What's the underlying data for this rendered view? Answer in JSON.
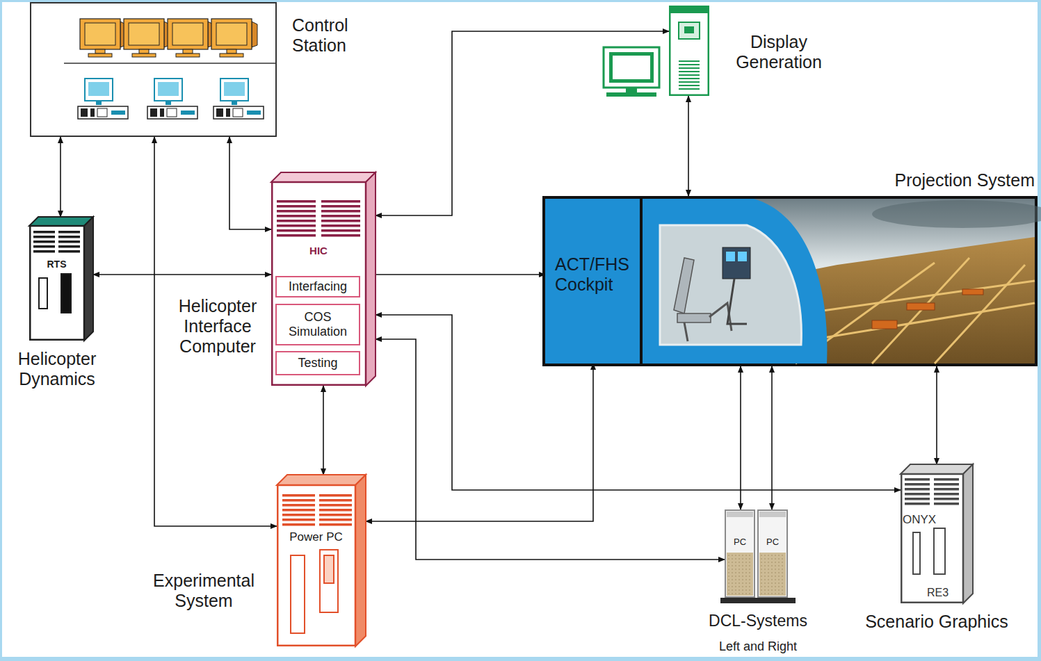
{
  "diagram": {
    "nodes": [
      {
        "text": [
          "Control Station"
        ]
      },
      {
        "text": [
          "Display Generation"
        ]
      },
      {
        "text": [
          "Projection System"
        ]
      },
      {
        "text": [
          "ACT/FHS Cockpit"
        ],
        "in": 2
      },
      {
        "text": [
          "RTS",
          "Helicopter Dynamics"
        ]
      },
      {
        "text": [
          "HIC",
          "Helicopter Interface Computer"
        ]
      },
      {
        "text": [
          "Interfacing"
        ],
        "in": 5
      },
      {
        "text": [
          "COS Simulation"
        ],
        "in": 5
      },
      {
        "text": [
          "Testing"
        ],
        "in": 5
      },
      {
        "text": [
          "Power PC",
          "Experimental System"
        ]
      },
      {
        "text": [
          "DCL-Systems",
          "Left and Right"
        ]
      },
      {
        "text": [
          "PC"
        ],
        "in": 10
      },
      {
        "text": [
          "PC"
        ],
        "in": 10
      },
      {
        "text": [
          "ONYX",
          "RE3",
          "Scenario Graphics"
        ]
      }
    ],
    "edges": [
      {
        "from": 0,
        "to": 4,
        "arrow": "both"
      },
      {
        "from": 0,
        "to": 5,
        "arrow": "both"
      },
      {
        "from": 0,
        "to": 9,
        "arrow": "both"
      },
      {
        "from": 4,
        "to": 5,
        "arrow": "both"
      },
      {
        "from": 5,
        "to": 1,
        "arrow": "both"
      },
      {
        "from": 1,
        "to": 2,
        "arrow": "both"
      },
      {
        "from": 5,
        "to": 3,
        "arrow": "to"
      },
      {
        "from": 5,
        "to": 13,
        "arrow": "both"
      },
      {
        "from": 5,
        "to": 11,
        "arrow": "both"
      },
      {
        "from": 5,
        "to": 9,
        "arrow": "both"
      },
      {
        "from": 9,
        "to": 3,
        "arrow": "both"
      },
      {
        "from": 2,
        "to": 11,
        "arrow": "both"
      },
      {
        "from": 2,
        "to": 12,
        "arrow": "both"
      },
      {
        "from": 2,
        "to": 13,
        "arrow": "both"
      }
    ]
  }
}
